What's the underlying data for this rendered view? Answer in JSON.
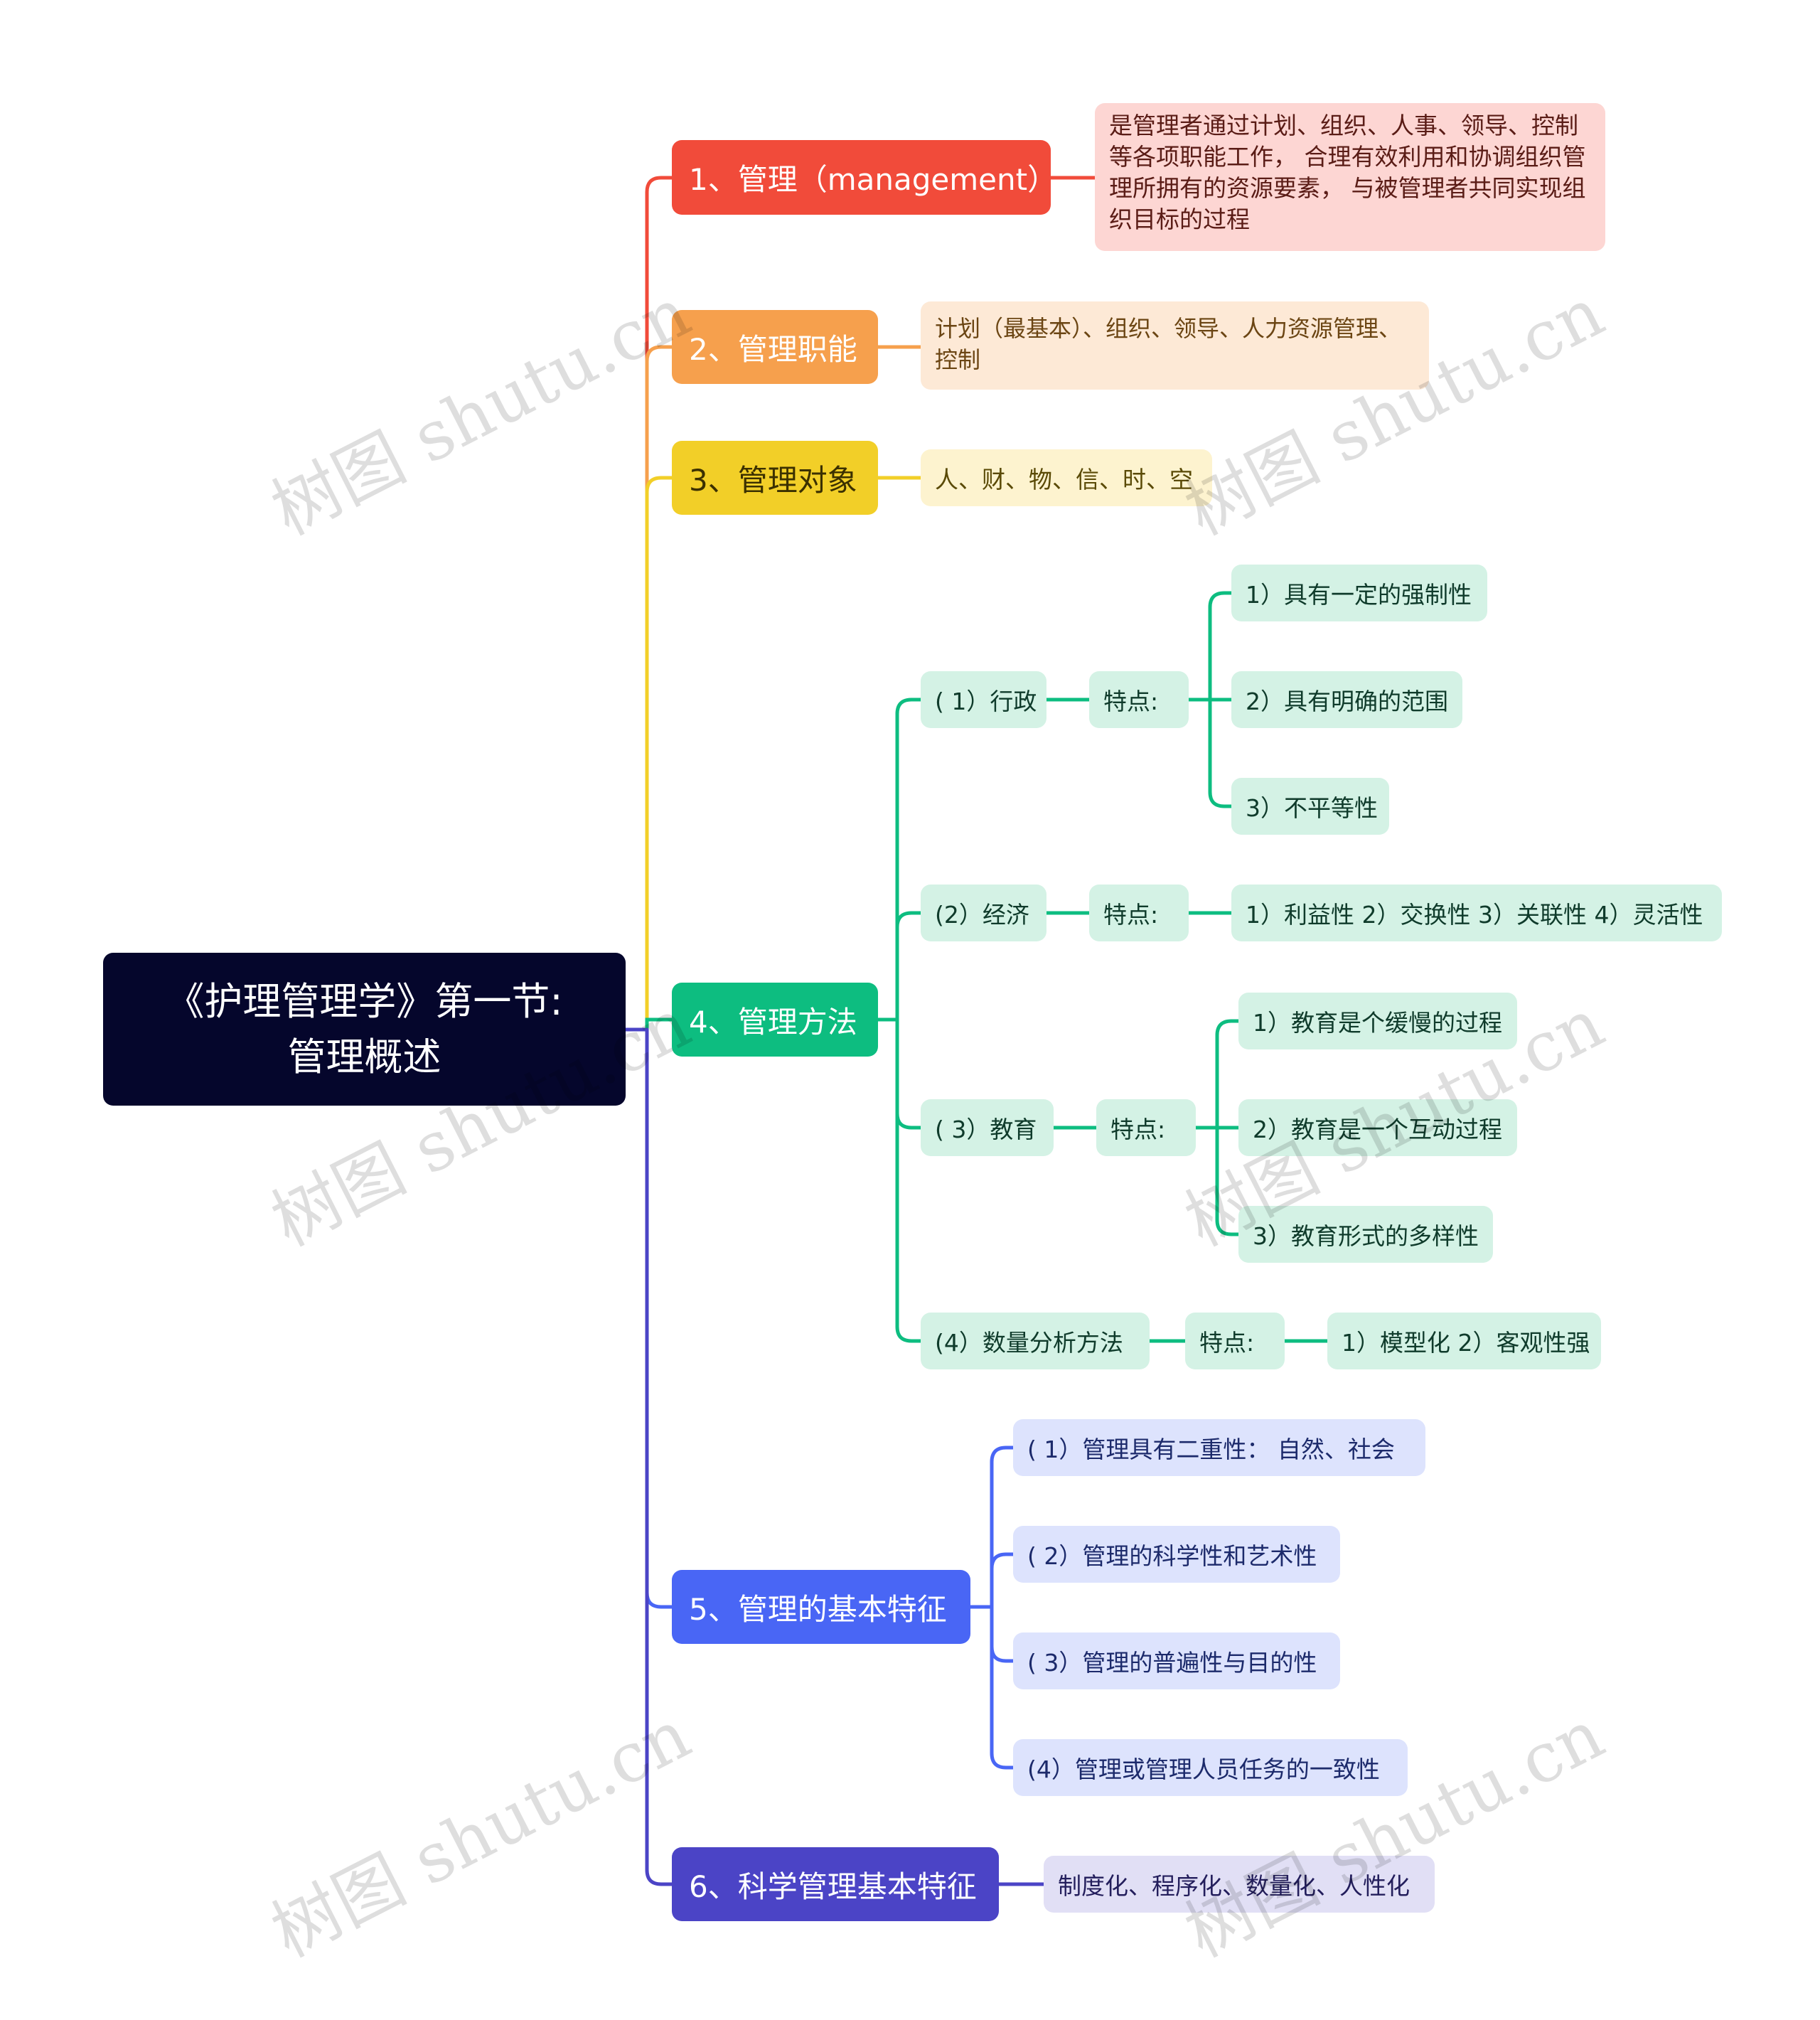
{
  "root": {
    "line1": "《护理管理学》第一节:",
    "line2": "管理概述"
  },
  "branches": {
    "b1": {
      "label": "1、管理（management）",
      "desc": "是管理者通过计划、组织、人事、领导、控制等各项职能工作， 合理有效利用和协调组织管理所拥有的资源要素， 与被管理者共同实现组织目标的过程"
    },
    "b2": {
      "label": "2、管理职能",
      "desc": "计划（最基本）、组织、领导、人力资源管理、控制"
    },
    "b3": {
      "label": "3、管理对象",
      "desc": "人、财、物、信、时、空"
    },
    "b4": {
      "label": "4、管理方法",
      "m1": {
        "label": "( 1）行政",
        "feature": "特点:",
        "items": [
          "1）具有一定的强制性",
          "2）具有明确的范围",
          "3）不平等性"
        ]
      },
      "m2": {
        "label": "(2）经济",
        "feature": "特点:",
        "items": [
          "1）利益性 2）交换性 3）关联性 4）灵活性"
        ]
      },
      "m3": {
        "label": "( 3）教育",
        "feature": "特点:",
        "items": [
          "1）教育是个缓慢的过程",
          "2）教育是一个互动过程",
          "3）教育形式的多样性"
        ]
      },
      "m4": {
        "label": "(4）数量分析方法",
        "feature": "特点:",
        "items": [
          "1）模型化 2）客观性强"
        ]
      }
    },
    "b5": {
      "label": "5、管理的基本特征",
      "items": [
        "( 1）管理具有二重性： 自然、社会",
        "( 2）管理的科学性和艺术性",
        "( 3）管理的普遍性与目的性",
        "(4）管理或管理人员任务的一致性"
      ]
    },
    "b6": {
      "label": "6、科学管理基本特征",
      "desc": "制度化、程序化、数量化、人性化"
    }
  },
  "watermark": "树图 shutu.cn",
  "colors": {
    "root": "#05062c",
    "b1": "#f14b3a",
    "b2": "#f6a04d",
    "b3": "#f2cf28",
    "b4": "#0dbd80",
    "b5": "#4966f5",
    "b6": "#4b44c6",
    "b1_leaf": "#fdd6d3",
    "b2_leaf": "#fde9d6",
    "b3_leaf": "#fdf3cf",
    "b4_leaf": "#d4f2e5",
    "b5_leaf": "#dde3fd",
    "b6_leaf": "#e1dff5"
  }
}
